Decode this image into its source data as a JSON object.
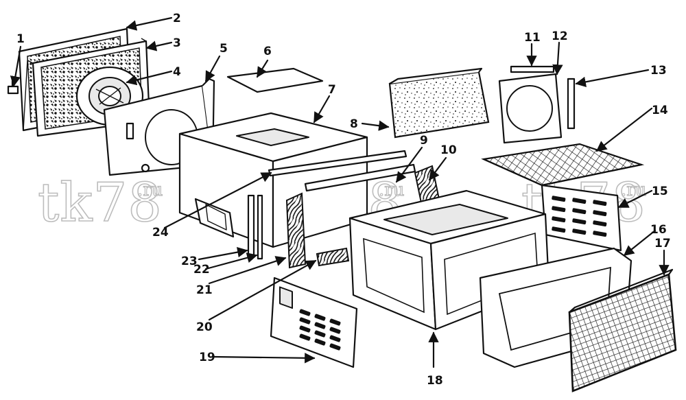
{
  "callouts": [
    {
      "id": "1",
      "label": "1"
    },
    {
      "id": "2",
      "label": "2"
    },
    {
      "id": "3",
      "label": "3"
    },
    {
      "id": "4",
      "label": "4"
    },
    {
      "id": "5",
      "label": "5"
    },
    {
      "id": "6",
      "label": "6"
    },
    {
      "id": "7",
      "label": "7"
    },
    {
      "id": "8",
      "label": "8"
    },
    {
      "id": "9",
      "label": "9"
    },
    {
      "id": "10",
      "label": "10"
    },
    {
      "id": "11",
      "label": "11"
    },
    {
      "id": "12",
      "label": "12"
    },
    {
      "id": "13",
      "label": "13"
    },
    {
      "id": "14",
      "label": "14"
    },
    {
      "id": "15",
      "label": "15"
    },
    {
      "id": "16",
      "label": "16"
    },
    {
      "id": "17",
      "label": "17"
    },
    {
      "id": "18",
      "label": "18"
    },
    {
      "id": "19",
      "label": "19"
    },
    {
      "id": "20",
      "label": "20"
    },
    {
      "id": "21",
      "label": "21"
    },
    {
      "id": "22",
      "label": "22"
    },
    {
      "id": "23",
      "label": "23"
    },
    {
      "id": "24",
      "label": "24"
    }
  ],
  "watermark": {
    "main": "tk78",
    "suffix": ".ru"
  },
  "colors": {
    "line": "#111111",
    "paper": "#ffffff",
    "watermark": "#bcbcbc"
  }
}
